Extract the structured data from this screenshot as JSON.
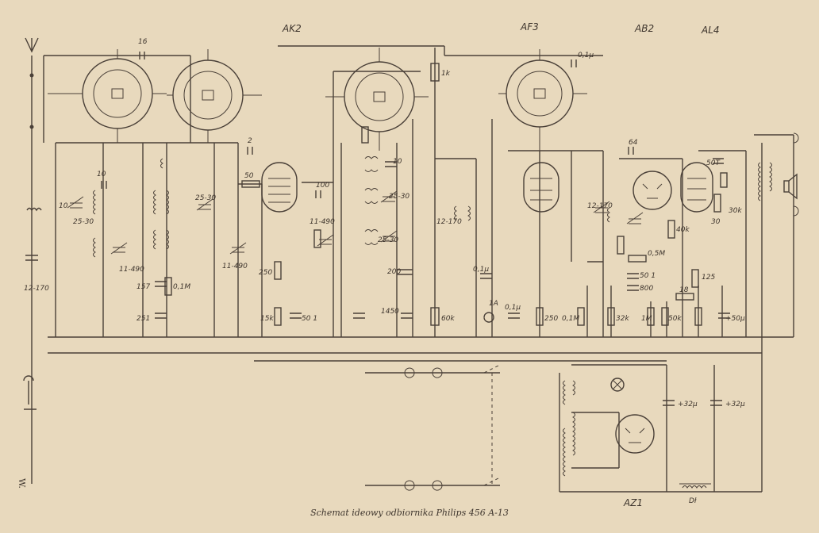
{
  "caption": "Schemat ideowy odbiornika Philips 456 A-13",
  "signature": "W.",
  "tubes": [
    {
      "id": "ak2",
      "label": "AK2"
    },
    {
      "id": "af3",
      "label": "AF3"
    },
    {
      "id": "ab2",
      "label": "AB2"
    },
    {
      "id": "al4",
      "label": "AL4"
    },
    {
      "id": "az1",
      "label": "AZ1"
    }
  ],
  "component_labels": [
    {
      "id": "c16",
      "text": "16"
    },
    {
      "id": "c2",
      "text": "2"
    },
    {
      "id": "c10a",
      "text": "10"
    },
    {
      "id": "r50",
      "text": "50"
    },
    {
      "id": "c100",
      "text": "100"
    },
    {
      "id": "c10b",
      "text": "10"
    },
    {
      "id": "c25-30a",
      "text": "25-30"
    },
    {
      "id": "c25-30b",
      "text": "25-30"
    },
    {
      "id": "c25-30c",
      "text": "25-30"
    },
    {
      "id": "c200",
      "text": "200"
    },
    {
      "id": "c1450",
      "text": "1450"
    },
    {
      "id": "r1k",
      "text": "1k"
    },
    {
      "id": "c01u-top",
      "text": "0,1µ"
    },
    {
      "id": "c64",
      "text": "64"
    },
    {
      "id": "c01u-a",
      "text": "0,1µ"
    },
    {
      "id": "c01u-b",
      "text": "0,1µ"
    },
    {
      "id": "r250a",
      "text": "250"
    },
    {
      "id": "r15k",
      "text": "15k"
    },
    {
      "id": "c501",
      "text": "50 1"
    },
    {
      "id": "r60k",
      "text": "60k"
    },
    {
      "id": "r250b",
      "text": "250"
    },
    {
      "id": "r01m-a",
      "text": "0,1M"
    },
    {
      "id": "r01m-b",
      "text": "0,1M"
    },
    {
      "id": "c157",
      "text": "157"
    },
    {
      "id": "c251",
      "text": "251"
    },
    {
      "id": "r32k",
      "text": "32k"
    },
    {
      "id": "r1m",
      "text": "1M"
    },
    {
      "id": "r50k",
      "text": "50k"
    },
    {
      "id": "r05m",
      "text": "0,5M"
    },
    {
      "id": "c800",
      "text": "800"
    },
    {
      "id": "c501b",
      "text": "50 1"
    },
    {
      "id": "r18",
      "text": "18"
    },
    {
      "id": "r125",
      "text": "125"
    },
    {
      "id": "r40k",
      "text": "40k"
    },
    {
      "id": "c50u",
      "text": "+50µ"
    },
    {
      "id": "c32u-a",
      "text": "+32µ"
    },
    {
      "id": "c32u-b",
      "text": "+32µ"
    },
    {
      "id": "c50t",
      "text": "50T"
    },
    {
      "id": "r30k",
      "text": "30k"
    },
    {
      "id": "lr30",
      "text": "30"
    },
    {
      "id": "c1a",
      "text": "1A"
    },
    {
      "id": "dl",
      "text": "Dł"
    },
    {
      "id": "c12-170",
      "text": "12-170"
    },
    {
      "id": "c11-490a",
      "text": "11-490"
    },
    {
      "id": "c11-490b",
      "text": "11-490"
    },
    {
      "id": "c11-490c",
      "text": "11-490"
    },
    {
      "id": "c25-30d",
      "text": "25-30"
    },
    {
      "id": "c10c",
      "text": "10"
    },
    {
      "id": "c12-170b",
      "text": "12-170"
    },
    {
      "id": "c12-170c",
      "text": "12-170"
    }
  ]
}
